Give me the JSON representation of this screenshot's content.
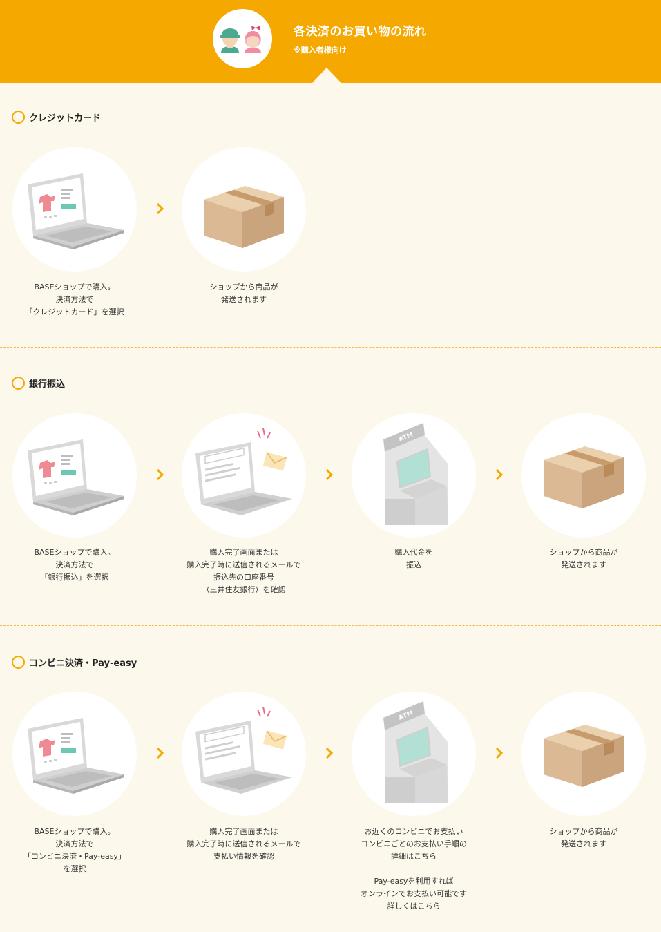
{
  "header": {
    "title": "各決済のお買い物の流れ",
    "subtitle": "※購入者様向け"
  },
  "colors": {
    "accent": "#f5a800",
    "background": "#fdf8ec",
    "box": "#dfc3a0"
  },
  "sections": [
    {
      "title": "クレジットカード",
      "steps": [
        {
          "icon": "laptop-shop-icon",
          "caption": [
            "BASEショップで購入。",
            "決済方法で",
            "「クレジットカード」を選択"
          ]
        },
        {
          "icon": "package-box-icon",
          "caption": [
            "ショップから商品が",
            "発送されます"
          ]
        }
      ]
    },
    {
      "title": "銀行振込",
      "steps": [
        {
          "icon": "laptop-shop-icon",
          "caption": [
            "BASEショップで購入。",
            "決済方法で",
            "「銀行振込」を選択"
          ]
        },
        {
          "icon": "laptop-mail-icon",
          "caption": [
            "購入完了画面または",
            "購入完了時に送信されるメールで",
            "振込先の口座番号",
            "（三井住友銀行）を確認"
          ]
        },
        {
          "icon": "atm-icon",
          "caption": [
            "購入代金を",
            "振込"
          ]
        },
        {
          "icon": "package-box-icon",
          "caption": [
            "ショップから商品が",
            "発送されます"
          ]
        }
      ]
    },
    {
      "title": "コンビニ決済・Pay-easy",
      "steps": [
        {
          "icon": "laptop-shop-icon",
          "caption": [
            "BASEショップで購入。",
            "決済方法で",
            "「コンビニ決済・Pay-easy」",
            "を選択"
          ]
        },
        {
          "icon": "laptop-mail-icon",
          "caption": [
            "購入完了画面または",
            "購入完了時に送信されるメールで",
            "支払い情報を確認"
          ]
        },
        {
          "icon": "atm-icon",
          "caption": [
            "お近くのコンビニでお支払い",
            "コンビニごとのお支払い手順の",
            "詳細はこちら",
            "",
            "Pay-easyを利用すれば",
            "オンラインでお支払い可能です",
            "詳しくはこちら"
          ]
        },
        {
          "icon": "package-box-icon",
          "caption": [
            "ショップから商品が",
            "発送されます"
          ]
        }
      ]
    }
  ]
}
